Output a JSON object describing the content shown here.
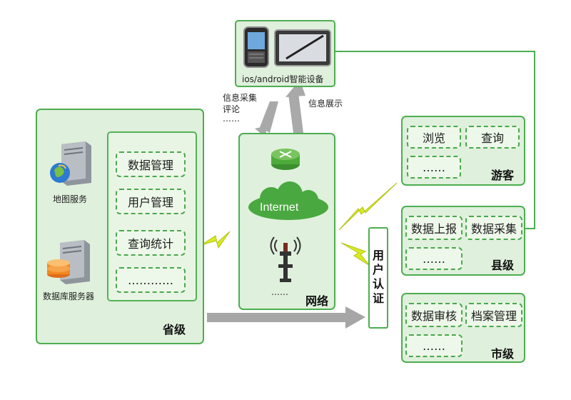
{
  "device": {
    "label": "ios/android智能设备"
  },
  "arrows": {
    "collect": "信息采集",
    "comment": "评论",
    "ellipsis": "……",
    "display": "信息展示"
  },
  "provincial": {
    "title": "省级",
    "servers": {
      "map": "地图服务",
      "db": "数据库服务器"
    },
    "items": [
      "数据管理",
      "用户管理",
      "查询统计",
      "…………"
    ]
  },
  "network": {
    "title": "网络",
    "internet": "Internet",
    "ellipsis": "……"
  },
  "auth": {
    "label": "用户认证",
    "chars": [
      "用",
      "户",
      "认",
      "证"
    ]
  },
  "visitor": {
    "title": "游客",
    "items": [
      "浏览",
      "查询",
      "……"
    ]
  },
  "county": {
    "title": "县级",
    "items": [
      "数据上报",
      "数据采集",
      "……"
    ]
  },
  "city": {
    "title": "市级",
    "items": [
      "数据审核",
      "档案管理",
      "……"
    ]
  },
  "colors": {
    "green_border": "#4cae50",
    "green_fill": "#dff0dc",
    "arrow_gray": "#a8a8a8",
    "lightning": "#d7e81e"
  }
}
